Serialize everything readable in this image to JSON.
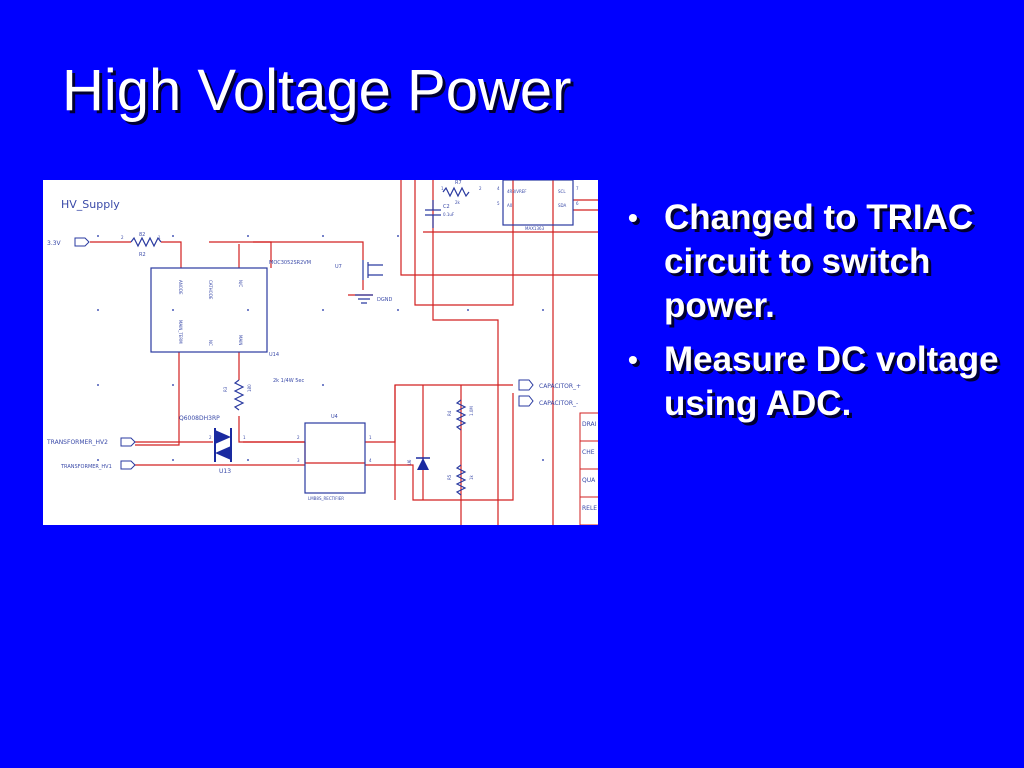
{
  "slide": {
    "title": "High Voltage Power",
    "bullets": [
      "Changed to TRIAC circuit to switch power.",
      "Measure DC voltage using ADC."
    ]
  },
  "schematic": {
    "sheet_title": "HV_Supply",
    "net_labels": {
      "supply": "3.3V",
      "transformer_hv2": "TRANSFORMER_HV2",
      "transformer_hv1": "TRANSFORMER_HV1",
      "capacitor_pos": "CAPACITOR_+",
      "capacitor_neg": "CAPACITOR_-",
      "dgnd": "DGND"
    },
    "components": {
      "r2": "R2",
      "r2_value": "82",
      "u14_part": "MOC3052SR2VM",
      "u14_ref": "U14",
      "u14_pin_anode": "ANODE",
      "u14_pin_cathode": "CATHODE",
      "u14_pin_nc": "N/C",
      "u14_pin_main_term": "MAIN_TERM",
      "u14_pin_main": "MAIN",
      "u14_pin_nc2": "NC",
      "r3": "R3",
      "r3_value": "180",
      "triac_part": "Q6008DH3RP",
      "triac_ref": "U13",
      "resistor_note": "2k 1/4W 5ec",
      "rectifier_ref": "U4",
      "rectifier_part": "LMB8S_RECTIFIER",
      "u6_ref": "U6",
      "r4": "R4",
      "r4_value": "1.0M",
      "r5": "R5",
      "r5_value": "1k",
      "u7_ref": "U7",
      "r7_ref": "R7",
      "r7_value": "2k",
      "c2_ref": "C2",
      "c2_value": "0.1uF",
      "adc_part": "MAX1363",
      "adc_pin_vref": "4R3/VREF",
      "adc_pin_scl": "SCL",
      "adc_pin_sda": "SDA",
      "adc_pin_a0": "A0",
      "pin_1": "1",
      "pin_2": "2",
      "pin_3": "3",
      "pin_4": "4",
      "pin_5": "5",
      "pin_6": "6",
      "pin_7": "7",
      "table_rows": [
        "DRAI",
        "CHE",
        "QUA",
        "RELE"
      ]
    },
    "colors": {
      "wire": "#d22020",
      "component": "#2a3aa0",
      "label": "#3a4aa8"
    }
  }
}
